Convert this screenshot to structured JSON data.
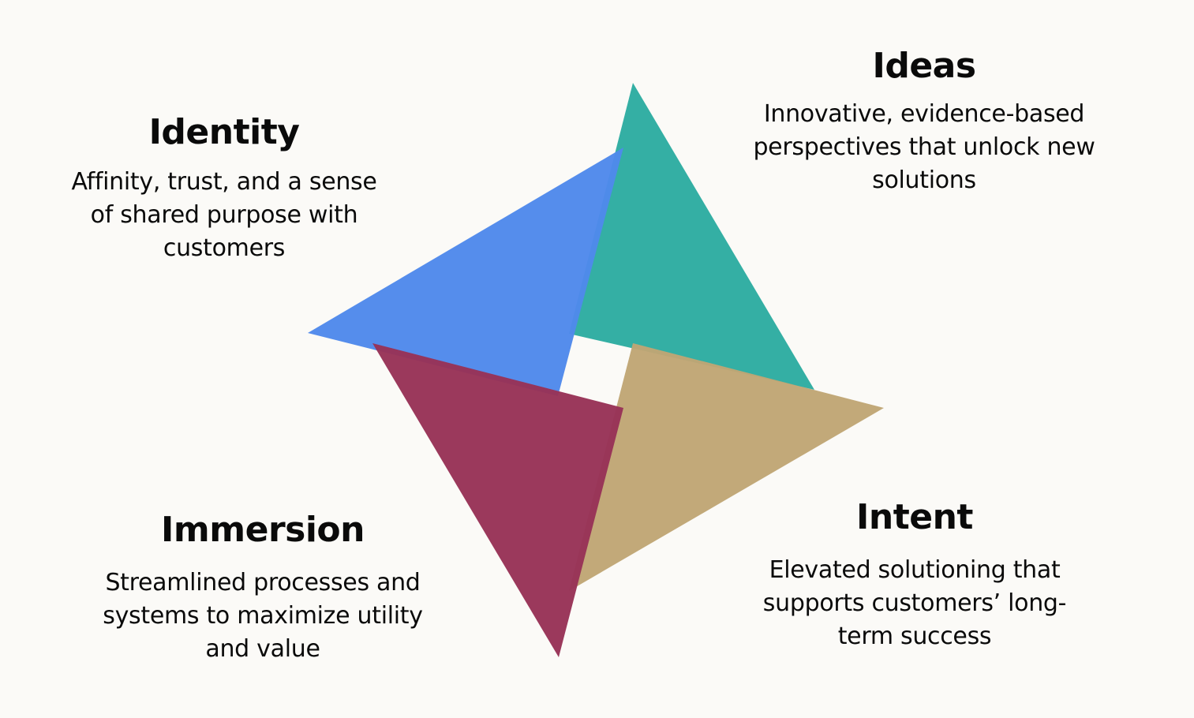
{
  "diagram": {
    "type": "pinwheel",
    "background": "#fbfaf7",
    "segments": [
      {
        "id": "ideas",
        "title": "Ideas",
        "description": "Innovative, evidence-based perspectives that unlock new solutions",
        "lines": [
          "Innovative, evidence-based",
          "perspectives that unlock new",
          "solutions"
        ],
        "color": "#30ada2",
        "position": "top-right"
      },
      {
        "id": "identity",
        "title": "Identity",
        "description": "Affinity, trust, and a sense of shared purpose with customers",
        "lines": [
          "Affinity, trust, and a sense",
          "of shared purpose with",
          "customers"
        ],
        "color": "#4f89eb",
        "position": "top-left"
      },
      {
        "id": "intent",
        "title": "Intent",
        "description": "Elevated solutioning that supports customers’ long-term success",
        "lines": [
          "Elevated solutioning that",
          "supports customers’ long-",
          "term success"
        ],
        "color": "#bfa674",
        "position": "bottom-right"
      },
      {
        "id": "immersion",
        "title": "Immersion",
        "description": "Streamlined processes and systems to maximize utility and value",
        "lines": [
          "Streamlined processes and",
          "systems to maximize utility",
          "and value"
        ],
        "color": "#983357",
        "position": "bottom-left"
      }
    ]
  }
}
